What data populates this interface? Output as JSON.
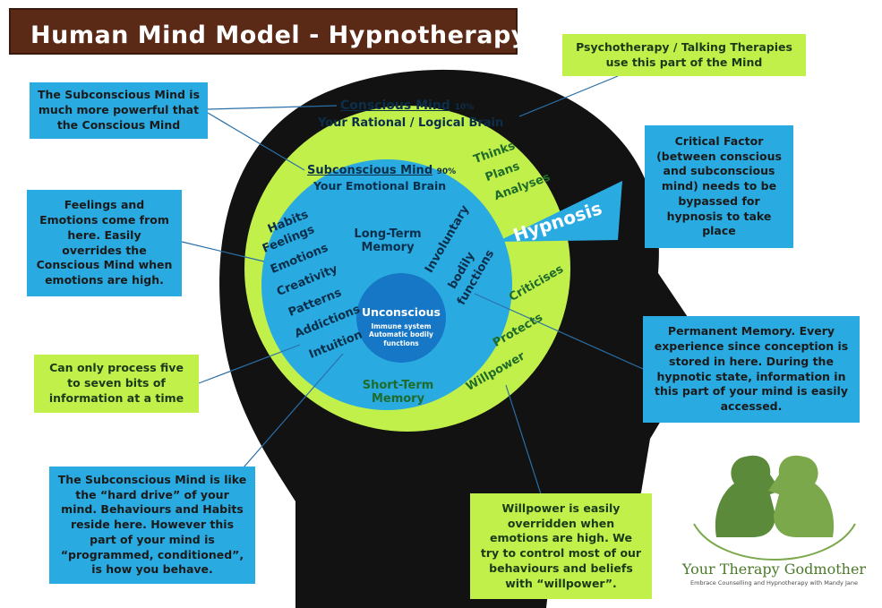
{
  "title": "Human Mind Model - Hypnotherapy",
  "colors": {
    "title_bg": "#5a2a17",
    "head": "#121212",
    "outer_ring": "#c2f04a",
    "inner_circle": "#29abe2",
    "core": "#1677c6",
    "callout_blue": "#29abe2",
    "callout_green": "#c2f04a"
  },
  "conscious": {
    "label": "Conscious Mind",
    "percent": "10%",
    "subtitle": "Your Rational / Logical Brain",
    "functions": [
      "Thinks",
      "Plans",
      "Analyses"
    ],
    "critic_functions": [
      "Criticises",
      "Protects",
      "Willpower"
    ]
  },
  "subconscious": {
    "label": "Subconscious Mind",
    "percent": "90%",
    "subtitle": "Your Emotional Brain",
    "traits": [
      "Habits",
      "Feelings",
      "Emotions",
      "Creativity",
      "Patterns",
      "Addictions",
      "Intuition"
    ],
    "long_term": [
      "Long-Term",
      "Memory"
    ],
    "involuntary": [
      "Involuntary",
      "bodily",
      "functions"
    ]
  },
  "short_term": [
    "Short-Term",
    "Memory"
  ],
  "unconscious": {
    "label": "Unconscious",
    "detail": [
      "Immune system",
      "Automatic bodily",
      "functions"
    ]
  },
  "hypnosis": "Hypnosis",
  "callouts": {
    "subconscious_power": [
      "The Subconscious Mind is",
      "much more powerful that",
      "the Conscious Mind"
    ],
    "feelings": [
      "Feelings and",
      "Emotions come from",
      "here.  Easily",
      "overrides the",
      "Conscious Mind when",
      "emotions are high."
    ],
    "process": [
      "Can only process five",
      "to seven bits of",
      "information at a time"
    ],
    "hard_drive": [
      "The Subconscious Mind is like",
      "the “hard drive” of your",
      "mind. Behaviours and Habits",
      "reside here. However this",
      "part of your mind is",
      "“programmed, conditioned”,",
      "is how you behave."
    ],
    "psychotherapy": [
      "Psychotherapy / Talking Therapies",
      "use this part of the Mind"
    ],
    "critical_factor": [
      "Critical Factor",
      "(between conscious",
      "and subconscious",
      "mind) needs to be",
      "bypassed for",
      "hypnosis to take",
      "place"
    ],
    "permanent_memory": [
      "Permanent Memory. Every",
      "experience since conception is",
      "stored in here. During the",
      "hypnotic state, information in",
      "this part of your mind is easily",
      "accessed."
    ],
    "willpower": [
      "Willpower is easily",
      "overridden when",
      "emotions are high.  We",
      "try to control most of our",
      "behaviours and beliefs",
      "with “willpower”."
    ]
  },
  "logo": {
    "name": "Your Therapy Godmother",
    "tagline": "Embrace Counselling and Hypnotherapy with Mandy Jane"
  }
}
